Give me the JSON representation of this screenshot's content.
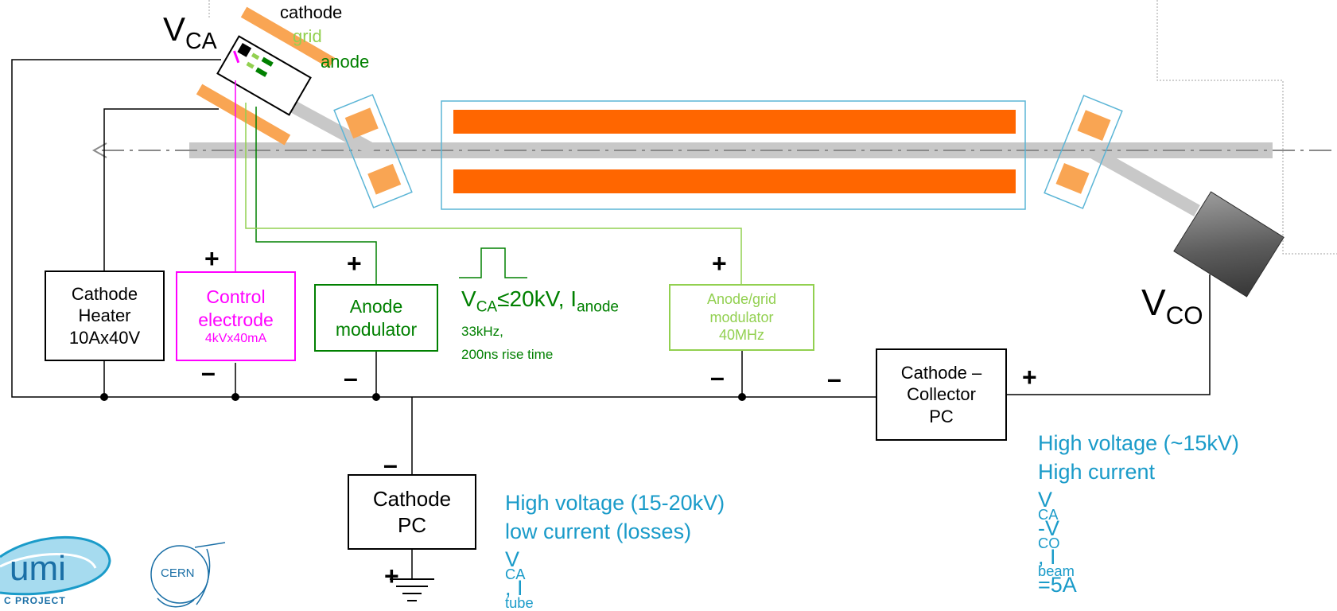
{
  "colors": {
    "black": "#000000",
    "magenta": "#ff00ff",
    "dark_green": "#008000",
    "light_green": "#92d050",
    "blue_text": "#1a9bc9",
    "orange": "#ff6600",
    "light_orange": "#f9a553",
    "frame_blue": "#5bb5d6",
    "beam_gray": "#c8c8c8"
  },
  "gun": {
    "v_ca": {
      "main": "V",
      "sub": "CA"
    },
    "cathode_label": "cathode",
    "grid_label": "grid",
    "anode_label": "anode"
  },
  "cathode_heater": {
    "lines": [
      "Cathode",
      "Heater",
      "10Ax40V"
    ]
  },
  "control_electrode": {
    "line1": "Control",
    "line2": "electrode",
    "line3": "4kVx40mA"
  },
  "anode_modulator": {
    "lines": [
      "Anode",
      "modulator"
    ]
  },
  "pulse_spec": {
    "v_main": "V",
    "v_sub": "CA",
    "mid": "≤20kV, I",
    "i_sub": "anode",
    "freq": "33kHz,",
    "rise": "200ns rise time"
  },
  "anode_grid_modulator": {
    "lines": [
      "Anode/grid",
      "modulator",
      "40MHz"
    ]
  },
  "cathode_collector_pc": {
    "lines": [
      "Cathode –",
      "Collector",
      "PC"
    ]
  },
  "cathode_pc": {
    "lines": [
      "Cathode",
      "PC"
    ]
  },
  "v_co": {
    "main": "V",
    "sub": "CO"
  },
  "signs": {
    "plus": "+",
    "minus": "–"
  },
  "high_voltage_note": {
    "line1": "High voltage (~15kV)",
    "line2": "High current",
    "line3": {
      "a": "V",
      "a_sub": "CA",
      "b": "-V",
      "b_sub": "CO",
      "c": ", I",
      "c_sub": "beam",
      "d": "=5A"
    }
  },
  "cathode_pc_note": {
    "line1": "High voltage (15-20kV)",
    "line2": "low current (losses)",
    "line3": {
      "a": "V",
      "a_sub": "CA",
      "b": ", I",
      "b_sub": "tube"
    }
  },
  "logos": {
    "lumi_text": "umi",
    "lumi_sub": "C PROJECT",
    "cern_text": "CERN"
  }
}
